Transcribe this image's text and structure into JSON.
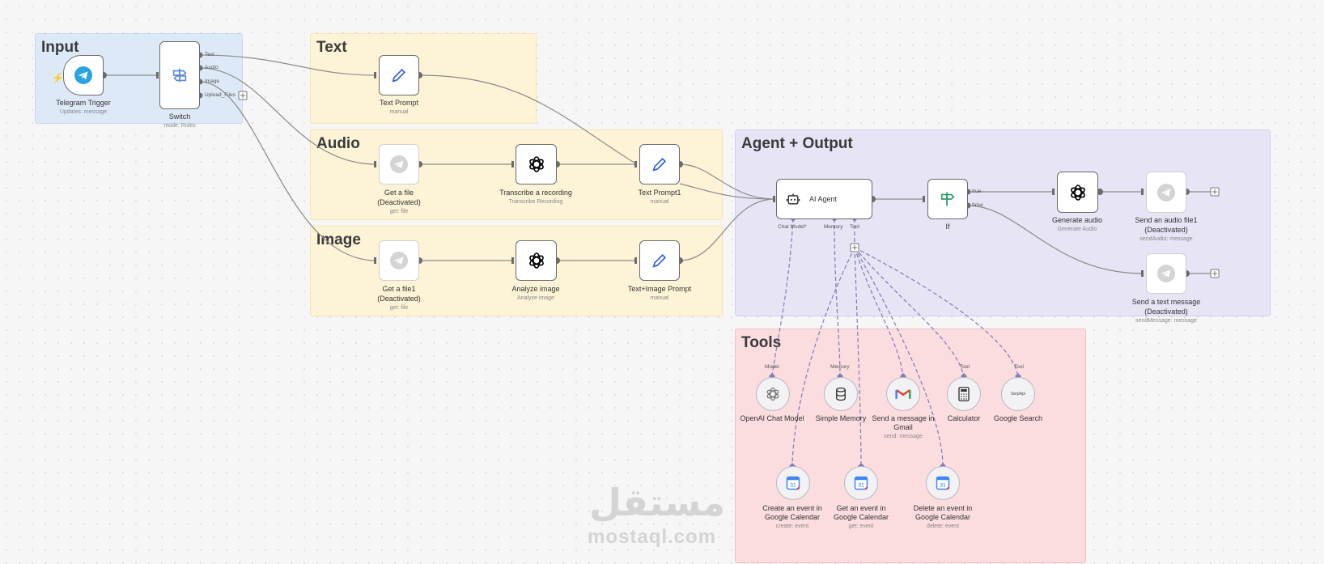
{
  "groups": {
    "input": "Input",
    "text": "Text",
    "audio": "Audio",
    "image": "Image",
    "agent_output": "Agent + Output",
    "tools": "Tools"
  },
  "nodes": {
    "telegram_trigger": {
      "label": "Telegram Trigger",
      "sub": "Updates: message"
    },
    "switch": {
      "label": "Switch",
      "sub": "mode: Rules",
      "outputs": [
        "Text",
        "Audio",
        "Image",
        "Upload_Files"
      ]
    },
    "text_prompt": {
      "label": "Text Prompt",
      "sub": "manual"
    },
    "get_file": {
      "label": "Get a file",
      "label2": "(Deactivated)",
      "sub": "get: file"
    },
    "transcribe": {
      "label": "Transcribe a recording",
      "sub": "Transcribe Recording"
    },
    "text_prompt1": {
      "label": "Text Prompt1",
      "sub": "manual"
    },
    "get_file1": {
      "label": "Get a file1",
      "label2": "(Deactivated)",
      "sub": "get: file"
    },
    "analyze_image": {
      "label": "Analyze image",
      "sub": "Analyze image"
    },
    "text_image_prompt": {
      "label": "Text+Image Prompt",
      "sub": "manual"
    },
    "ai_agent": {
      "label": "AI Agent",
      "ports": [
        "Chat Model*",
        "Memory",
        "Tool"
      ]
    },
    "if": {
      "label": "If",
      "outputs": [
        "true",
        "false"
      ]
    },
    "generate_audio": {
      "label": "Generate audio",
      "sub": "Generate Audio"
    },
    "send_audio": {
      "label": "Send an audio file1",
      "label2": "(Deactivated)",
      "sub": "sendAudio: message"
    },
    "send_text": {
      "label": "Send a text message",
      "label2": "(Deactivated)",
      "sub": "sendMessage: message"
    },
    "openai_chat": {
      "label": "OpenAI Chat Model",
      "port": "Model"
    },
    "simple_memory": {
      "label": "Simple Memory",
      "port": "Memory"
    },
    "gmail": {
      "label": "Send a message in",
      "label2": "Gmail",
      "sub": "send: message"
    },
    "calculator": {
      "label": "Calculator",
      "port": "Tool"
    },
    "google_search": {
      "label": "Google Search",
      "port": "Tool",
      "icon_text": "SerpApi"
    },
    "create_event": {
      "label": "Create an event in",
      "label2": "Google Calendar",
      "sub": "create: event"
    },
    "get_event": {
      "label": "Get an event in",
      "label2": "Google Calendar",
      "sub": "get: event"
    },
    "delete_event": {
      "label": "Delete an event in",
      "label2": "Google Calendar",
      "sub": "delete: event"
    }
  },
  "watermark": {
    "latin": "mostaql.com",
    "arabic": "مستقل"
  },
  "colors": {
    "openai": "#000000",
    "telegram": "#2aa3df",
    "pencil": "#2f5fd6",
    "if_green": "#2e9c6a",
    "gmail_red": "#ea4335"
  }
}
